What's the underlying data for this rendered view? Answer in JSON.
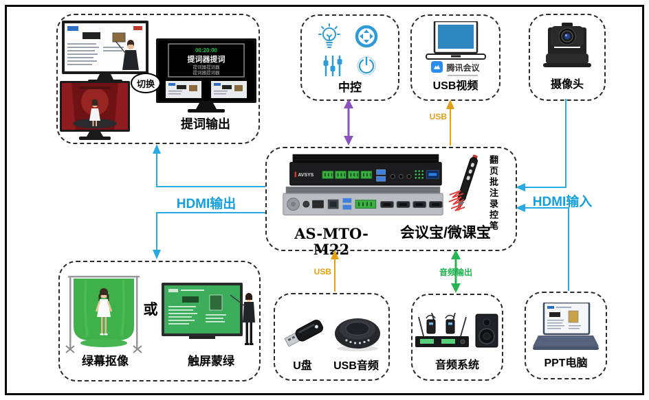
{
  "prompter": {
    "label": "提词输出",
    "switch": "切换",
    "screen": {
      "timer": "00:20:00",
      "headline": "提词器提词",
      "line1": "提词器提词器",
      "line2": "提词器提词器"
    }
  },
  "control": {
    "label": "中控"
  },
  "usb_video": {
    "label": "USB视频",
    "app": "腾讯会议"
  },
  "camera": {
    "label": "摄像头"
  },
  "main": {
    "model": "AS-MTO-M22",
    "name": "会议宝/微课宝",
    "pen": "翻页批注录控笔",
    "brand": "AVSYS"
  },
  "chroma": {
    "left": "绿幕抠像",
    "or": "或",
    "right": "触屏蒙绿"
  },
  "usb_devices": {
    "left": "U盘",
    "right": "USB音频"
  },
  "audio": {
    "label": "音频系统"
  },
  "ppt": {
    "label": "PPT电脑"
  },
  "links": {
    "hdmi_out": "HDMI输出",
    "hdmi_in": "HDMI输入",
    "usb_top": "USB",
    "usb_bottom": "USB",
    "audio_out": "音频输出"
  },
  "colors": {
    "line_blue": "#29abe2",
    "label_blue": "#129fe0",
    "purple": "#8c52bf",
    "yellow": "#e2a012",
    "green": "#25b551",
    "icon_blue": "#2e9bd6",
    "tencent_blue": "#2d8cf0"
  }
}
